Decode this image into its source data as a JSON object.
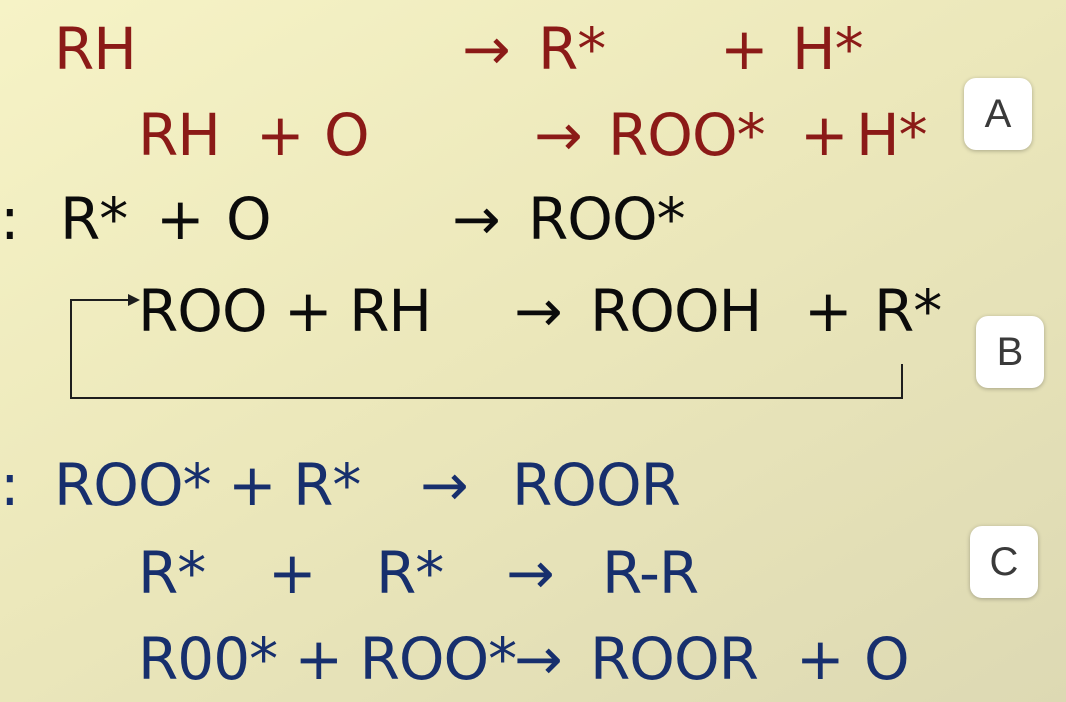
{
  "group_a": {
    "line1": {
      "reactant": "RH",
      "arrow": "→",
      "p1": "R*",
      "plus": "+",
      "p2": "H*"
    },
    "line2": {
      "r1": "RH",
      "plus1": "+",
      "r2": "O",
      "arrow": "→",
      "p1": "ROO*",
      "plus2": "+",
      "p2": "H*"
    }
  },
  "group_b": {
    "line1": {
      "colon": ":",
      "r1": "R*",
      "plus": "+",
      "r2": "O",
      "arrow": "→",
      "p1": "ROO*"
    },
    "line2": {
      "lhs": "ROO + RH",
      "arrow": "→",
      "p1": "ROOH",
      "plus": "+",
      "p2": "R*"
    }
  },
  "group_c": {
    "line1": {
      "colon": ":",
      "lhs": "ROO* + R*",
      "arrow": "→",
      "p1": "ROOR"
    },
    "line2": {
      "r1": "R*",
      "plus": "+",
      "r2": "R*",
      "arrow": "→",
      "p1": "R-R"
    },
    "line3": {
      "lhs": "R00* + ROO*",
      "arrow": "→",
      "p1": "ROOR",
      "plus": "+",
      "p2": "O"
    }
  },
  "badges": {
    "a": "A",
    "b": "B",
    "c": "C"
  },
  "colors": {
    "red": "#8b1a17",
    "black": "#0b0b0b",
    "blue": "#172f6d",
    "badge_text": "#3a3a3a"
  }
}
